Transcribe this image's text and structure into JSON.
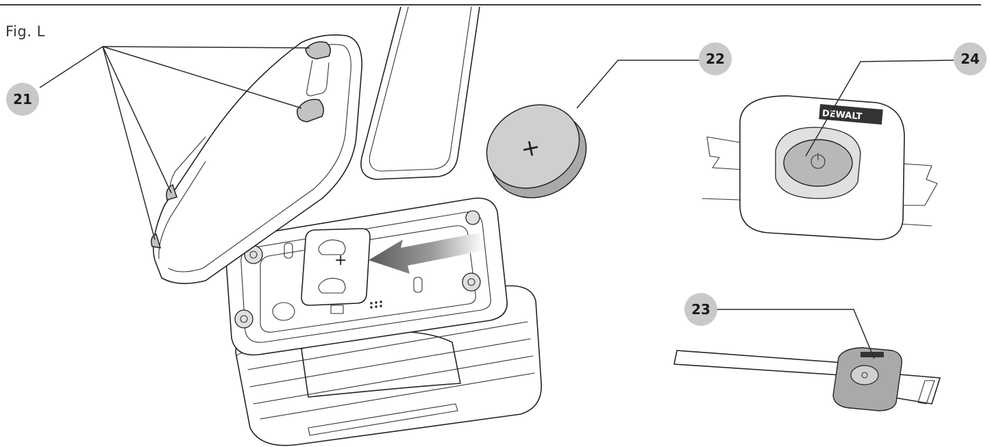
{
  "figure": {
    "label": "Fig. L"
  },
  "callouts": {
    "c21": "21",
    "c22": "22",
    "c23": "23",
    "c24": "24"
  },
  "markings": {
    "battery_symbol": "+",
    "cell_symbol": "+",
    "brand_text": "DEWALT"
  }
}
